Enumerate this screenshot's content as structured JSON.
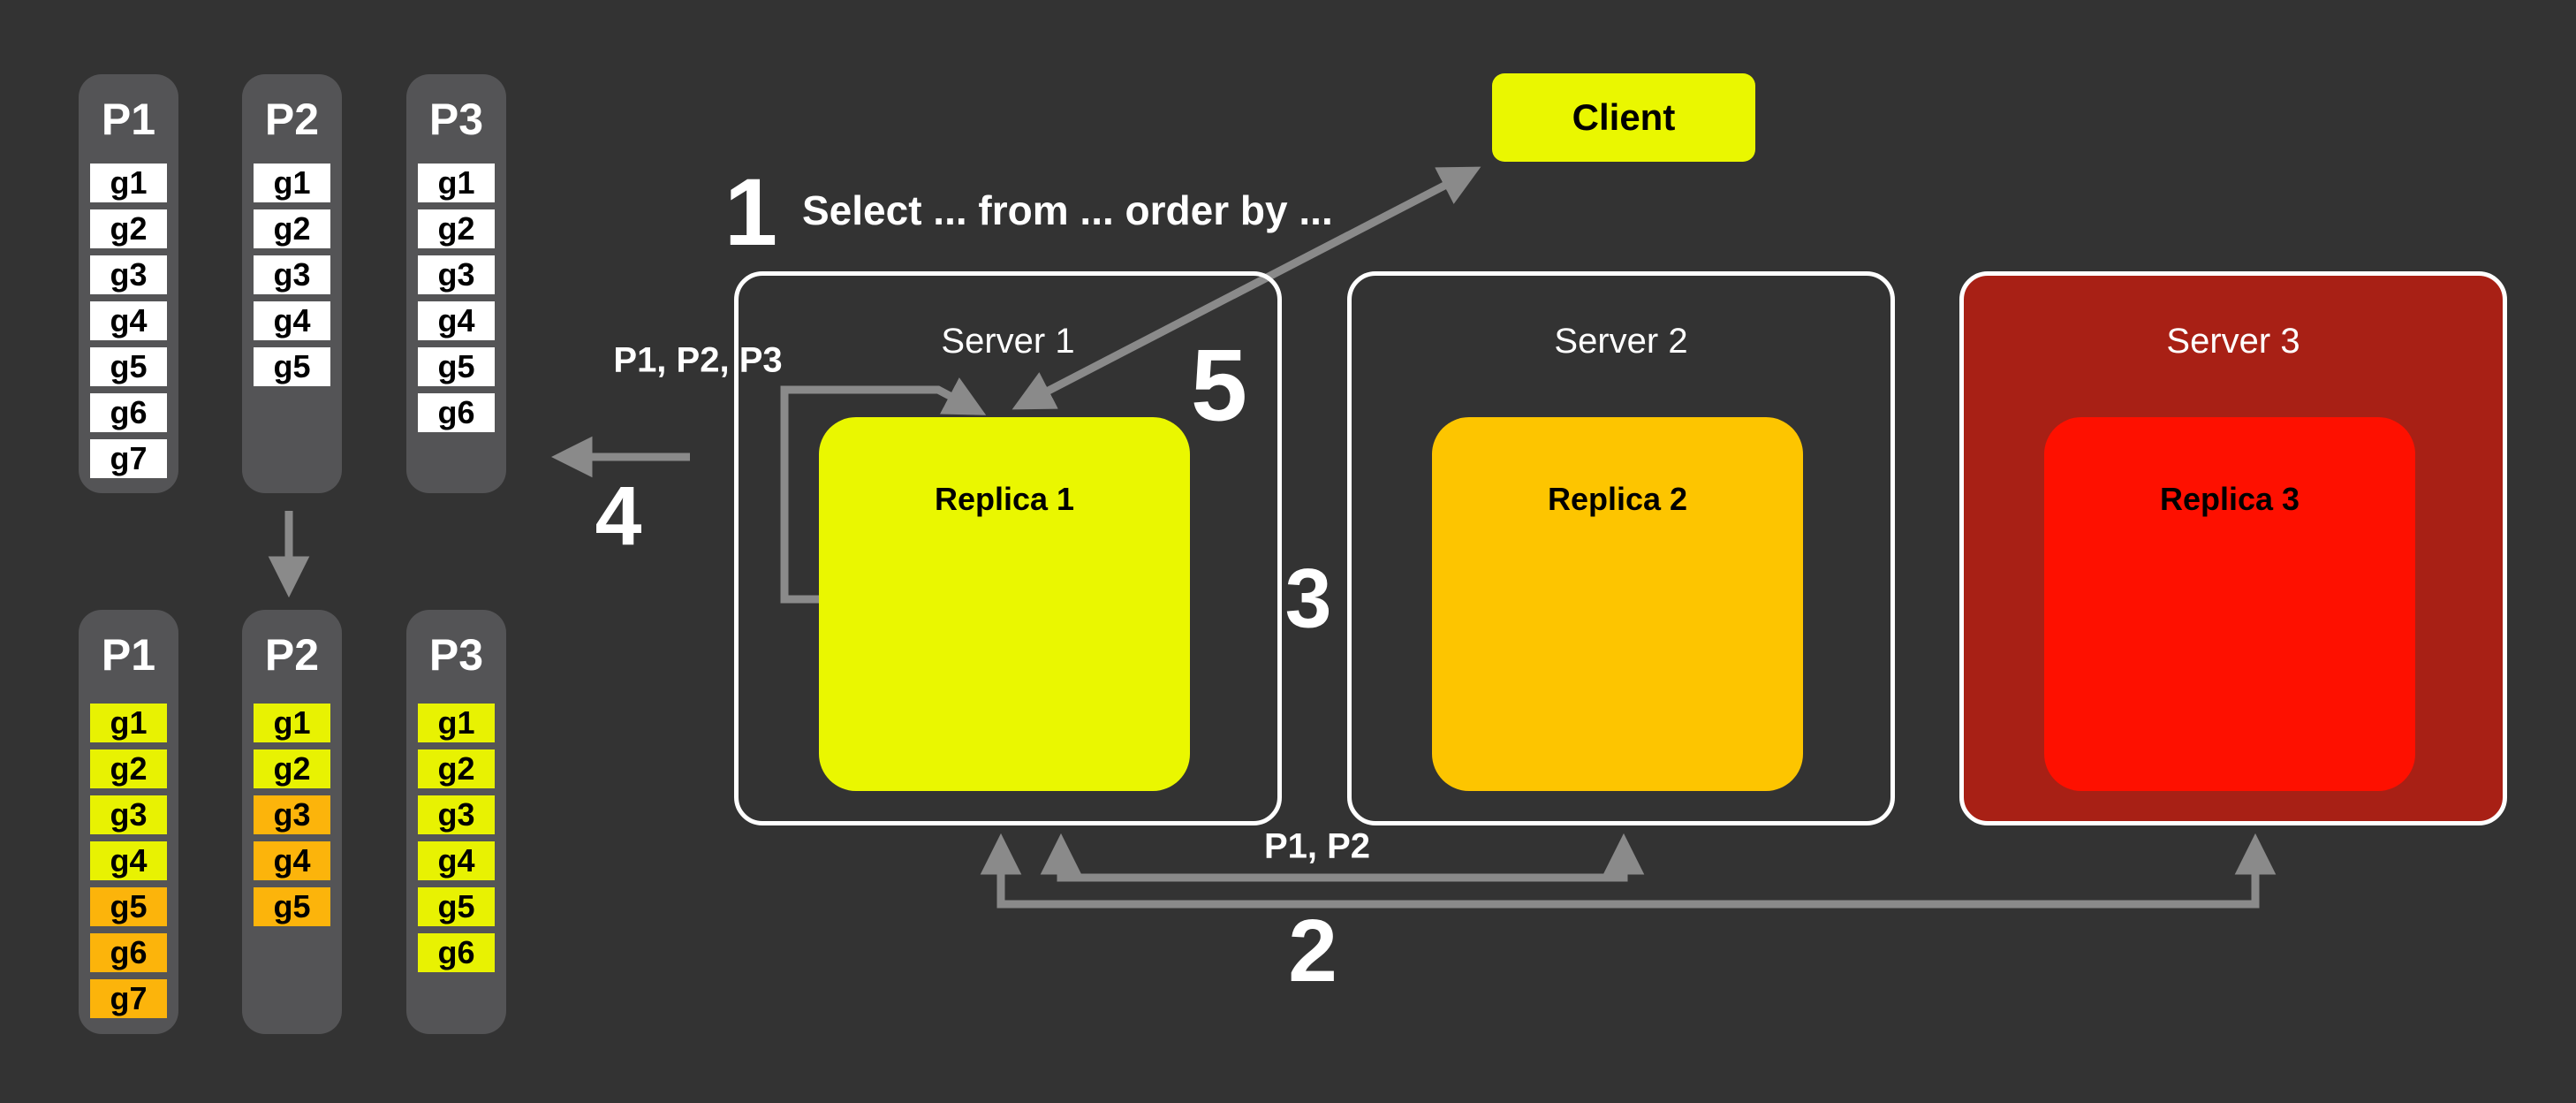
{
  "colors": {
    "bg": "#333333",
    "panel": "#545456",
    "cell-white": "#ffffff",
    "cell-yellow": "#e8f202",
    "yellow": "#eaf700",
    "orange": "#fcb40b",
    "gold": "#fdc500",
    "red-dark": "#a82015",
    "red": "#fe1000",
    "arrow": "#8a8a8a"
  },
  "partitions_unsorted": {
    "columns": [
      {
        "name": "P1",
        "cells": [
          "g1",
          "g2",
          "g3",
          "g4",
          "g5",
          "g6",
          "g7"
        ]
      },
      {
        "name": "P2",
        "cells": [
          "g1",
          "g2",
          "g3",
          "g4",
          "g5"
        ]
      },
      {
        "name": "P3",
        "cells": [
          "g1",
          "g2",
          "g3",
          "g4",
          "g5",
          "g6"
        ]
      }
    ]
  },
  "partitions_sorted": {
    "columns": [
      {
        "name": "P1",
        "cells": [
          {
            "label": "g1",
            "color": "yellow"
          },
          {
            "label": "g2",
            "color": "yellow"
          },
          {
            "label": "g3",
            "color": "yellow"
          },
          {
            "label": "g4",
            "color": "yellow"
          },
          {
            "label": "g5",
            "color": "orange"
          },
          {
            "label": "g6",
            "color": "orange"
          },
          {
            "label": "g7",
            "color": "orange"
          }
        ]
      },
      {
        "name": "P2",
        "cells": [
          {
            "label": "g1",
            "color": "yellow"
          },
          {
            "label": "g2",
            "color": "yellow"
          },
          {
            "label": "g3",
            "color": "orange"
          },
          {
            "label": "g4",
            "color": "orange"
          },
          {
            "label": "g5",
            "color": "orange"
          }
        ]
      },
      {
        "name": "P3",
        "cells": [
          {
            "label": "g1",
            "color": "yellow"
          },
          {
            "label": "g2",
            "color": "yellow"
          },
          {
            "label": "g3",
            "color": "yellow"
          },
          {
            "label": "g4",
            "color": "yellow"
          },
          {
            "label": "g5",
            "color": "yellow"
          },
          {
            "label": "g6",
            "color": "yellow"
          }
        ]
      }
    ]
  },
  "client": {
    "label": "Client"
  },
  "servers": [
    {
      "name": "Server 1",
      "replica": {
        "label": "Replica 1"
      }
    },
    {
      "name": "Server 2",
      "replica": {
        "label": "Replica 2"
      }
    },
    {
      "name": "Server 3",
      "replica": {
        "label": "Replica 3"
      }
    }
  ],
  "steps": {
    "s1": {
      "number": "1",
      "text": "Select ... from ... order by ..."
    },
    "s2": {
      "number": "2",
      "label": "P1, P2"
    },
    "s3": {
      "number": "3"
    },
    "s4": {
      "number": "4",
      "label": "P1, P2, P3"
    },
    "s5": {
      "number": "5"
    }
  }
}
